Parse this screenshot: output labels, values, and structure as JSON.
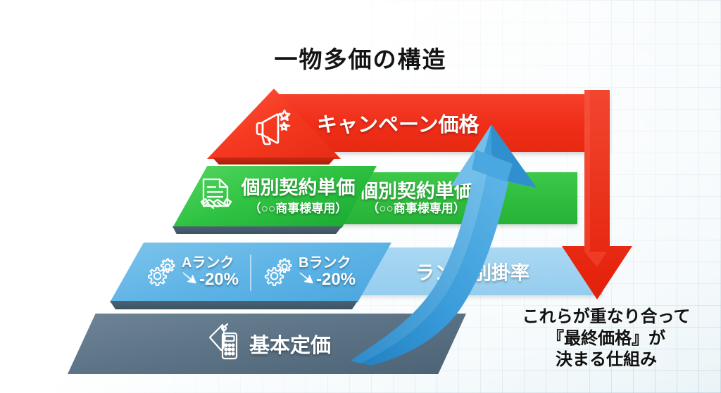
{
  "title": "一物多価の構造",
  "levels": [
    {
      "id": "campaign",
      "icon": "megaphone-icon",
      "band_label": "キャンペーン価格",
      "color": "#ef2d18"
    },
    {
      "id": "contract",
      "icon": "contract-handshake-icon",
      "shape_label": "個別契約単価",
      "shape_sub": "（○○商事様専用）",
      "band_label": "個別契約単価",
      "band_sub": "（○○商事様専用）",
      "color": "#2fbc3e"
    },
    {
      "id": "rank",
      "band_label": "ランク別掛率",
      "color": "#9ed2f0",
      "ranks": [
        {
          "icon": "gears-icon",
          "name": "Aランク",
          "arrow": "↘",
          "discount": "-20%"
        },
        {
          "icon": "gears-icon",
          "name": "Bランク",
          "arrow": "↘",
          "discount": "-20%"
        }
      ]
    },
    {
      "id": "base",
      "icon": "price-tag-calculator-icon",
      "shape_label": "基本定価",
      "color": "#5d7487"
    }
  ],
  "arrows": {
    "up": {
      "name": "blue-up-arrow",
      "color": "#2f90d0"
    },
    "down": {
      "name": "red-down-arrow",
      "color": "#ee2a14"
    }
  },
  "caption": {
    "line1": "これらが重なり合って",
    "line2": "『最終価格』が",
    "line3": "決まる仕組み"
  }
}
